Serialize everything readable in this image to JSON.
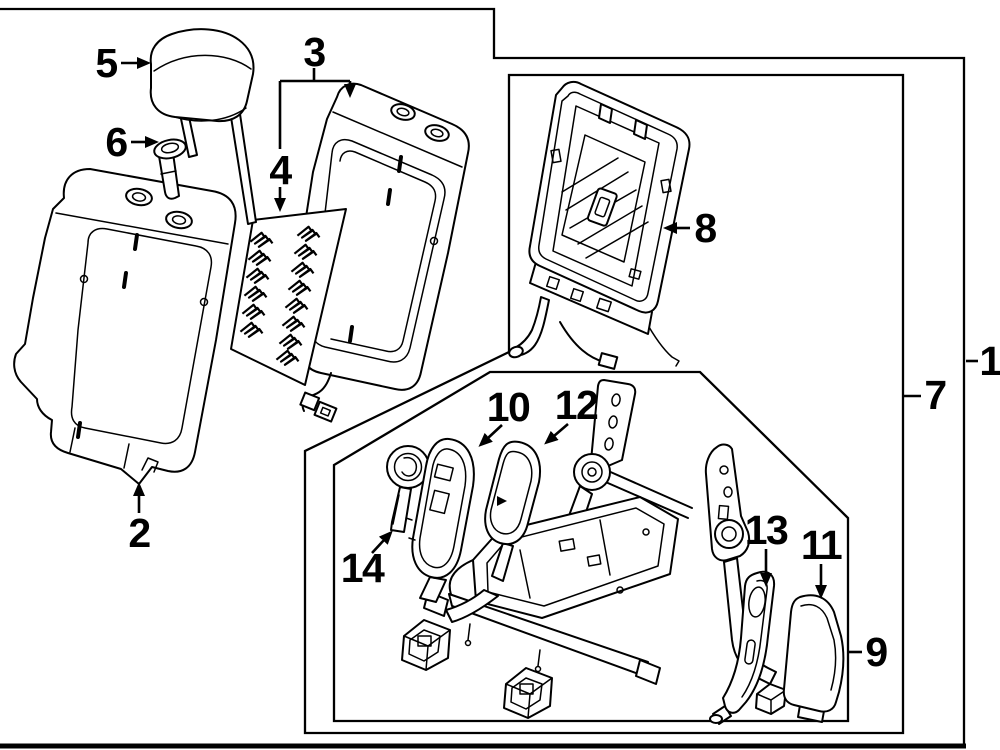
{
  "figure": {
    "kind": "exploded rear-seat parts line diagram",
    "background_color": "#ffffff",
    "line_color": "#000000"
  },
  "callouts": [
    {
      "label": "1"
    },
    {
      "label": "2"
    },
    {
      "label": "3"
    },
    {
      "label": "4"
    },
    {
      "label": "5"
    },
    {
      "label": "6"
    },
    {
      "label": "7"
    },
    {
      "label": "8"
    },
    {
      "label": "9"
    },
    {
      "label": "10"
    },
    {
      "label": "11"
    },
    {
      "label": "12"
    },
    {
      "label": "13"
    },
    {
      "label": "14"
    }
  ]
}
